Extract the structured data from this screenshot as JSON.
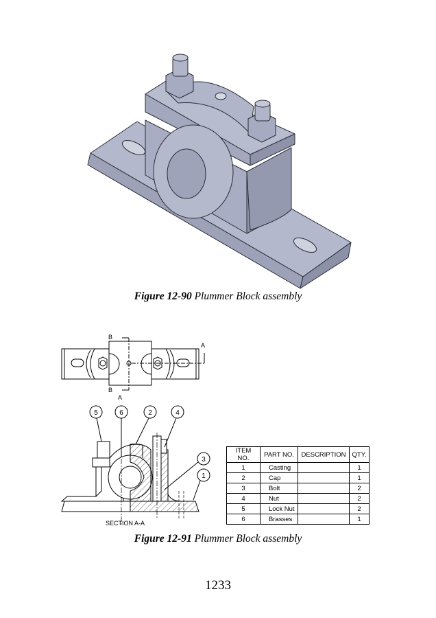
{
  "figures": [
    {
      "number_label": "Figure 12-90",
      "title": "Plummer Block assembly"
    },
    {
      "number_label": "Figure 12-91",
      "title": "Plummer Block assembly"
    }
  ],
  "drawing": {
    "top_view_labels": {
      "b_top": "B",
      "b_bottom": "B",
      "a_right": "A",
      "a_bottom": "A"
    },
    "section_label": "SECTION A-A",
    "balloons": [
      "5",
      "6",
      "2",
      "4",
      "3",
      "1"
    ]
  },
  "bom": {
    "headers": [
      "ITEM NO.",
      "PART NO.",
      "DESCRIPTION",
      "QTY."
    ],
    "rows": [
      {
        "item": "1",
        "part": "Casting",
        "description": "",
        "qty": "1"
      },
      {
        "item": "2",
        "part": "Cap",
        "description": "",
        "qty": "1"
      },
      {
        "item": "3",
        "part": "Bolt",
        "description": "",
        "qty": "2"
      },
      {
        "item": "4",
        "part": "Nut",
        "description": "",
        "qty": "2"
      },
      {
        "item": "5",
        "part": "Lock Nut",
        "description": "",
        "qty": "2"
      },
      {
        "item": "6",
        "part": "Brasses",
        "description": "",
        "qty": "1"
      }
    ]
  },
  "page_number": "1233",
  "colors": {
    "render_face": "#a6abc2",
    "render_dark": "#8c91a8",
    "render_light": "#bcc0d3"
  }
}
